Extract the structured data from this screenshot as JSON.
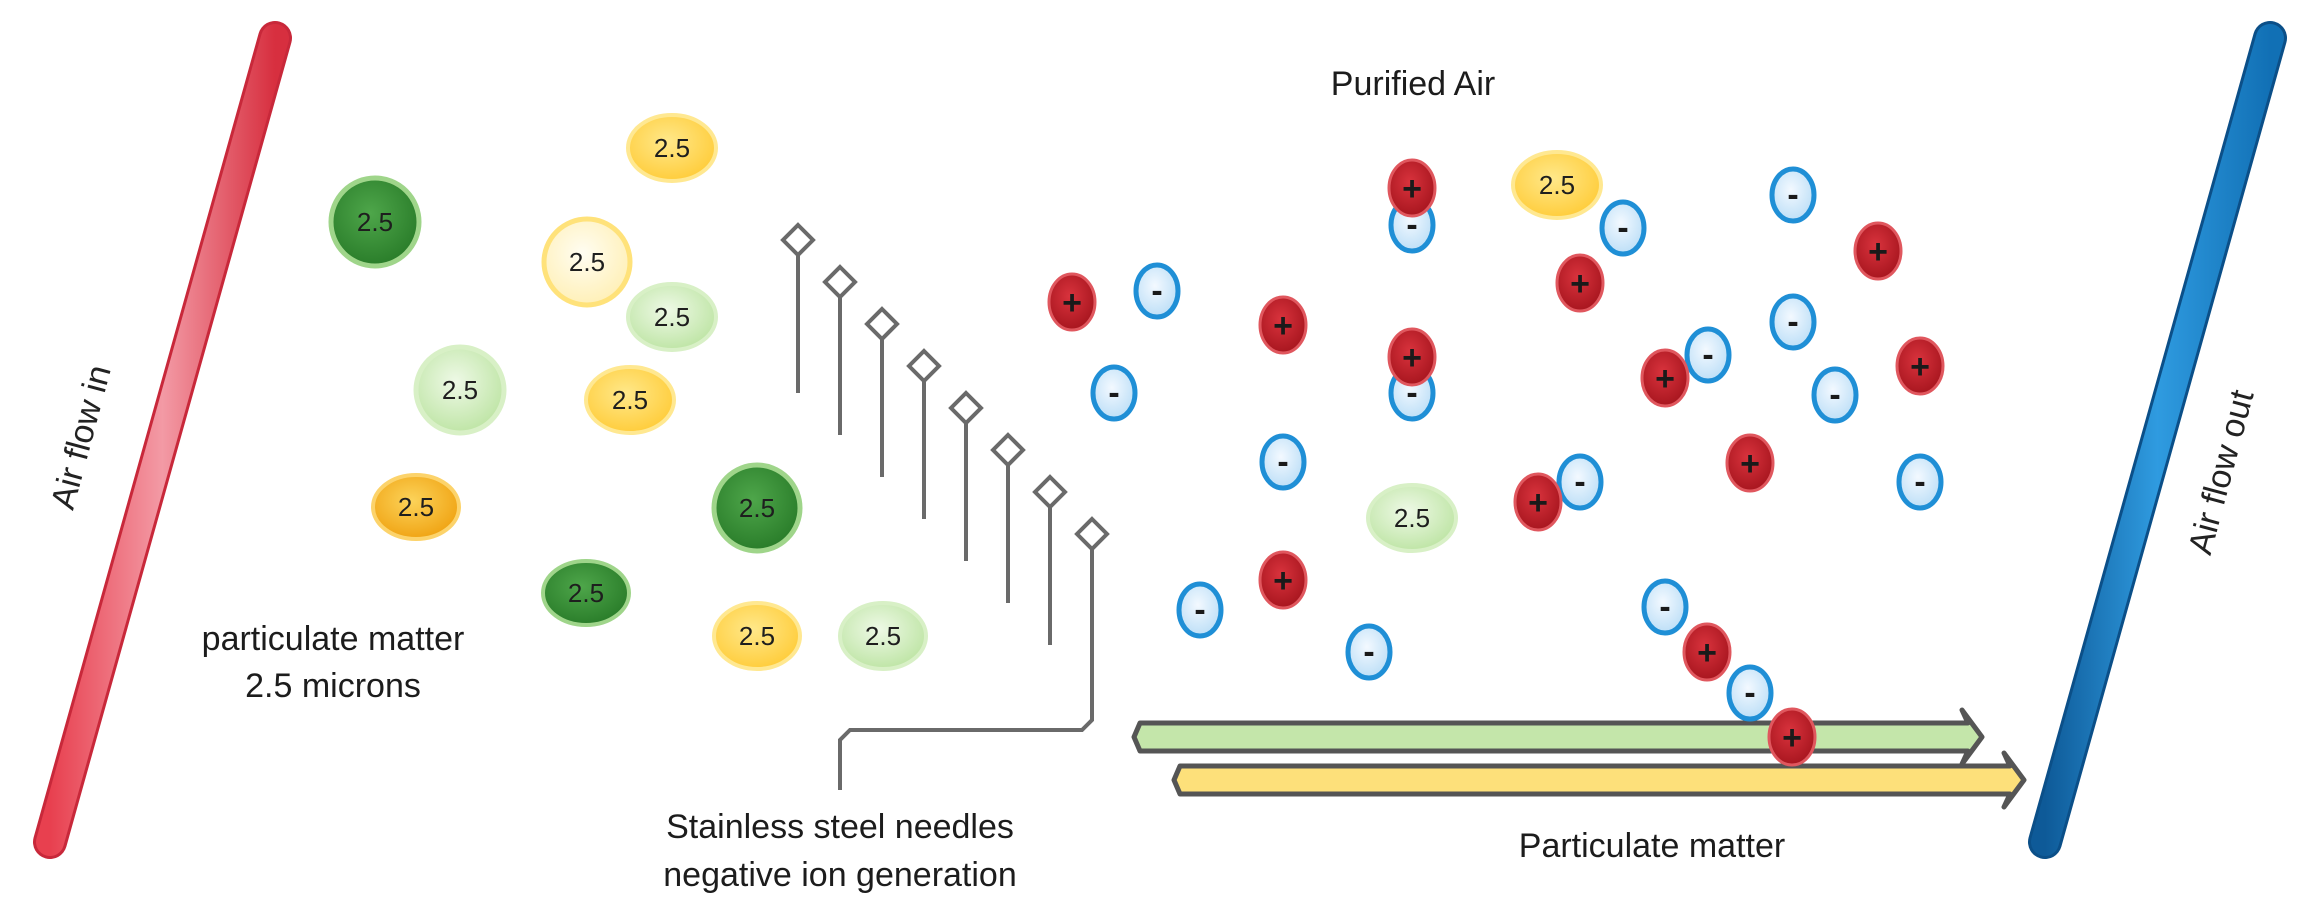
{
  "labels": {
    "air_in": "Air flow in",
    "air_out": "Air flow out",
    "purified": "Purified Air",
    "pm_line1": "particulate matter",
    "pm_line2": "2.5 microns",
    "needles_line1": "Stainless steel needles",
    "needles_line2": "negative ion generation",
    "pm_arrow": "Particulate matter"
  },
  "particle_text": "2.5",
  "ion_signs": {
    "positive": "+",
    "negative": "-"
  },
  "colors": {
    "inlet_bar": "#e03a4a",
    "outlet_bar": "#1a7fc8",
    "dark_green": "#2f8a2f",
    "light_green": "#c9ebb4",
    "pale_yellow": "#fff6cc",
    "yellow": "#ffd54d",
    "orange": "#f6b01f",
    "positive_ion": "#c4232c",
    "negative_ion": "#d6ecfb",
    "needle": "#6a6a6a",
    "green_arrow": "#c4e6aa",
    "yellow_arrow": "#fde07a"
  },
  "needle_count": 8
}
